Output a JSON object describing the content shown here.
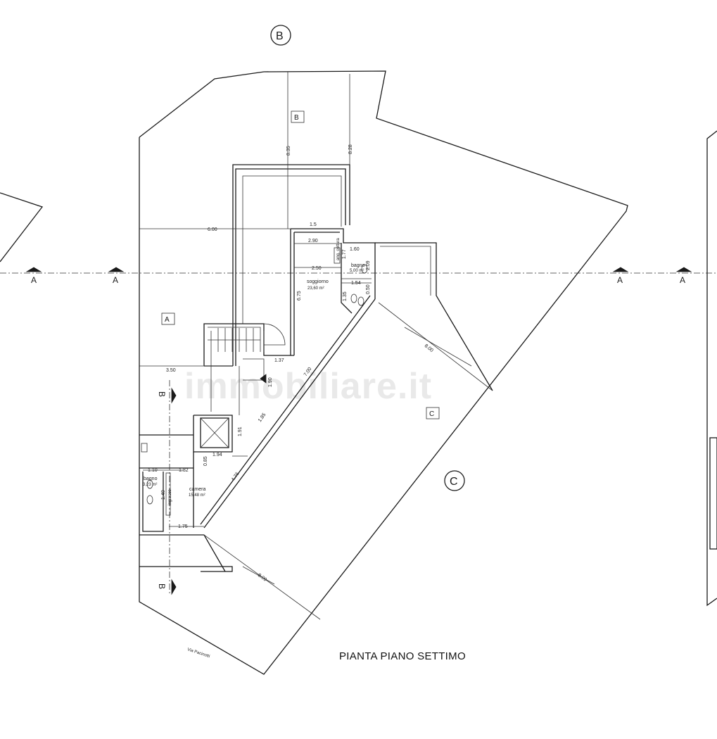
{
  "title": "PIANTA PIANO SETTIMO",
  "street": "Via Pacinotti",
  "watermark": "immobiliare.it",
  "section_marks": {
    "a": "A",
    "b": "B",
    "c": "C"
  },
  "zones": {
    "a": "A",
    "b": "B",
    "c": "C"
  },
  "rooms": {
    "soggiorno": {
      "name": "soggiorno",
      "area": "23,60 m²"
    },
    "bagno1": {
      "name": "bagno",
      "area": "5,00 m²"
    },
    "ang_cottura": {
      "name": "ang. cottura"
    },
    "camera": {
      "name": "camera",
      "area": "15,48 m²"
    },
    "bagno2": {
      "name": "bagno",
      "area": "3,23 m²"
    },
    "ingresso": {
      "name": "ingresso"
    }
  },
  "dimensions": {
    "d1": "8.35",
    "d2": "8.28",
    "d3": "6.00",
    "d4": "2.90",
    "d5": "1.60",
    "d6": "1.77",
    "d7": "2.50",
    "d8": "2.09",
    "d9": "1.54",
    "d10": "0.50",
    "d11": "6.75",
    "d12": "1.35",
    "d13": "3.50",
    "d14": "1.37",
    "d15": "1.90",
    "d16": "7.00",
    "d17": "8.00",
    "d18": "1.91",
    "d19": "1.94",
    "d20": "0.85",
    "d21": "1.10",
    "d22": "1.82",
    "d23": "1.40",
    "d24": "1.75",
    "d25": "4.76",
    "d26": "8.00",
    "d27": "1.85",
    "d28": "1.5"
  },
  "colors": {
    "line": "#1a1a1a",
    "watermark": "#cfcfcf"
  }
}
